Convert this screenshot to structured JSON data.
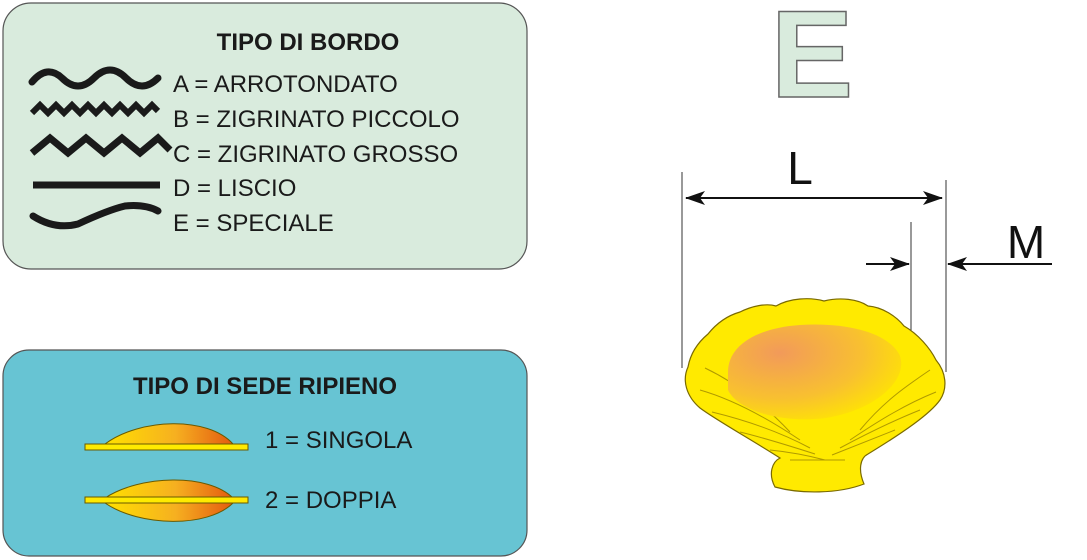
{
  "letter": "E",
  "bordo": {
    "title": "TIPO DI BORDO",
    "items": [
      {
        "label": "A = ARROTONDATO",
        "icon": "wave-rounded-icon"
      },
      {
        "label": "B = ZIGRINATO PICCOLO",
        "icon": "zigzag-small-icon"
      },
      {
        "label": "C = ZIGRINATO GROSSO",
        "icon": "zigzag-large-icon"
      },
      {
        "label": "D = LISCIO",
        "icon": "straight-line-icon"
      },
      {
        "label": "E = SPECIALE",
        "icon": "curve-special-icon"
      }
    ]
  },
  "sede": {
    "title": "TIPO DI SEDE RIPIENO",
    "items": [
      {
        "label": "1 = SINGOLA",
        "icon": "single-filling-icon"
      },
      {
        "label": "2 = DOPPIA",
        "icon": "double-filling-icon"
      }
    ]
  },
  "dimensions": {
    "length": "L",
    "margin": "M"
  },
  "colors": {
    "bordo_box": "#d9ebdd",
    "sede_box": "#67c4d3",
    "pasta_yellow": "#ffea00",
    "filling_orange": "#f0a040"
  }
}
